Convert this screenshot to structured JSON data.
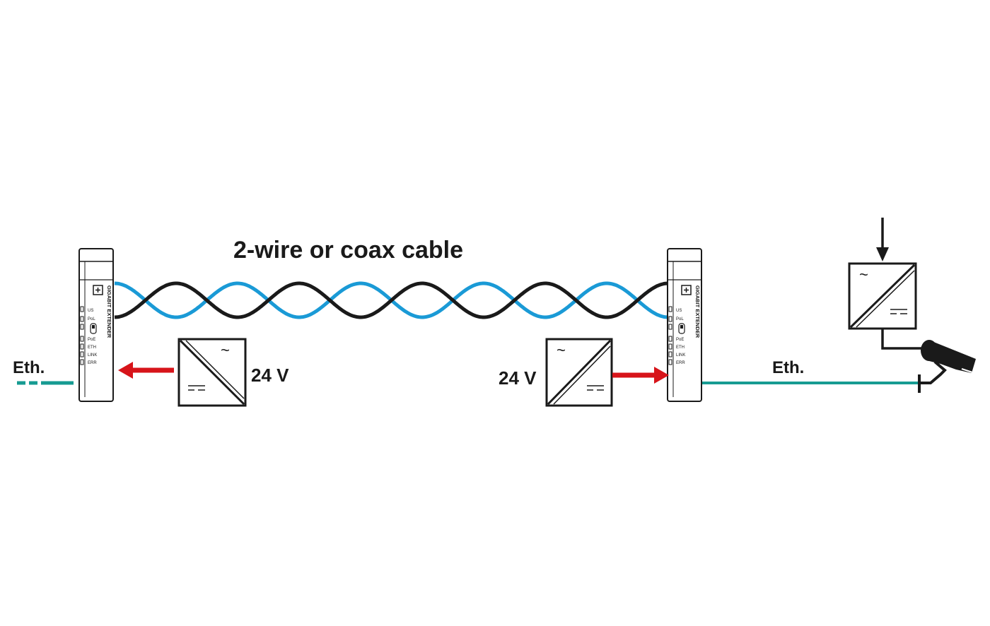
{
  "diagram": {
    "title": "2-wire or coax cable",
    "left_eth_label": "Eth.",
    "right_eth_label": "Eth.",
    "left_voltage_label": "24 V",
    "right_voltage_label": "24 V",
    "device_label": "GIGABIT EXTENDER",
    "led_labels": [
      "US",
      "PoL",
      "PoE",
      "ETH",
      "LINK",
      "ERR"
    ],
    "psu_ac_symbol": "~",
    "psu_dc_symbol": "=",
    "colors": {
      "wire_blue": "#1a9ad6",
      "wire_black": "#1a1a1a",
      "ethernet": "#169b92",
      "power_arrow": "#d7141a",
      "outline": "#1a1a1a"
    }
  }
}
